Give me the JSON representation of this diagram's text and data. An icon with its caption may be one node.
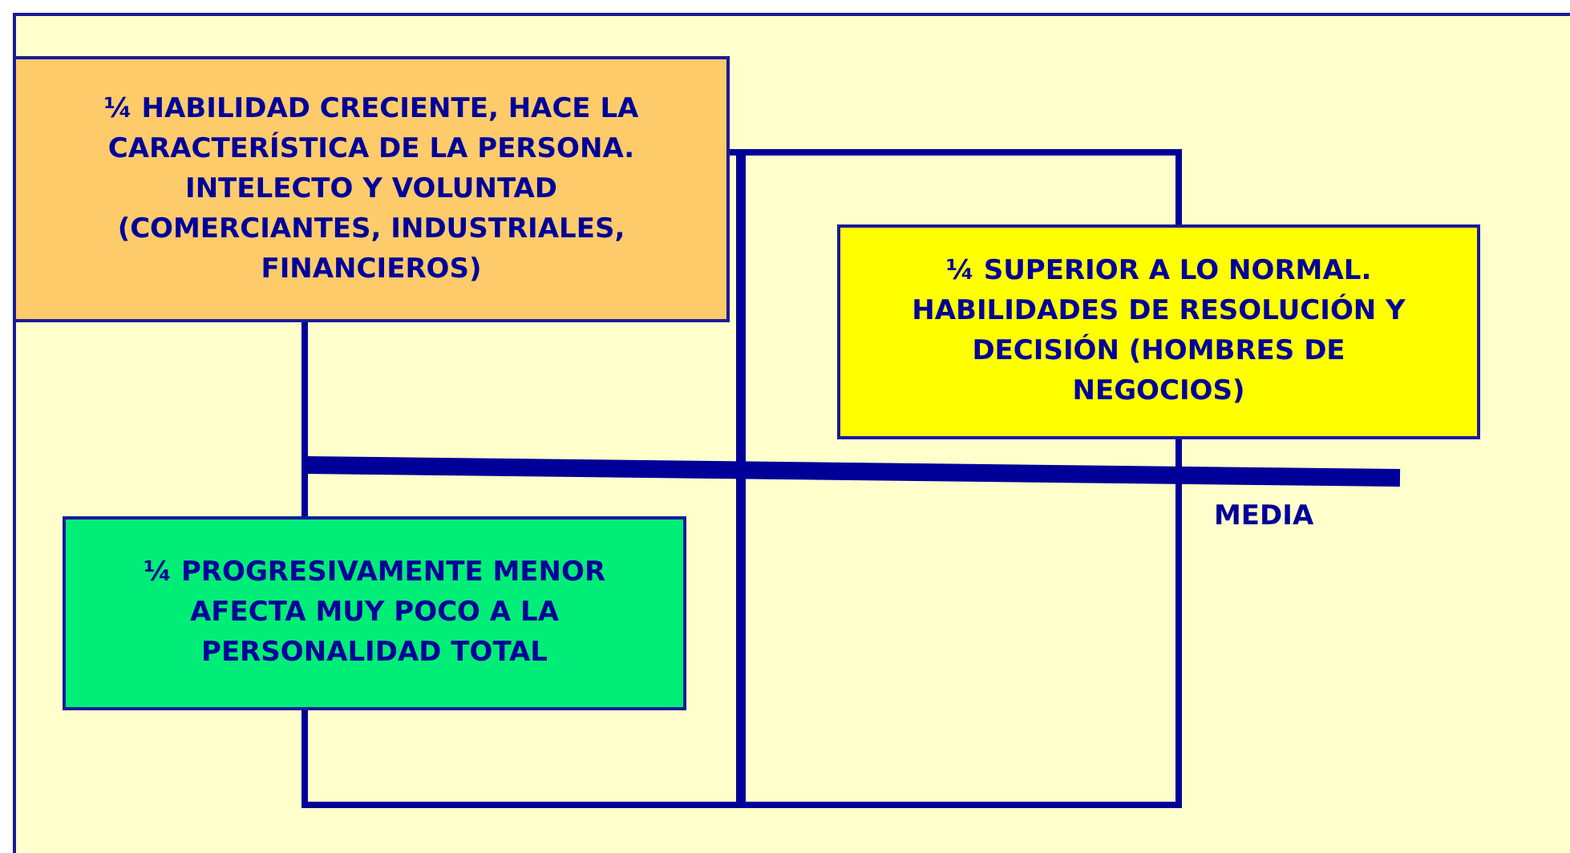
{
  "diagram": {
    "nodes": [
      {
        "text": [
          "¼ HABILIDAD CRECIENTE, HACE LA CARACTERÍSTICA DE LA PERSONA. INTELECTO Y VOLUNTAD (COMERCIANTES, INDUSTRIALES, FINANCIEROS)"
        ]
      },
      {
        "text": [
          "¼ SUPERIOR A LO NORMAL. HABILIDADES DE RESOLUCIÓN Y DECISIÓN (HOMBRES DE NEGOCIOS)"
        ]
      },
      {
        "text": [
          "¼ PROGRESIVAMENTE MENOR AFECTA MUY POCO A LA PERSONALIDAD TOTAL"
        ]
      }
    ],
    "labels": [
      "MEDIA"
    ]
  }
}
